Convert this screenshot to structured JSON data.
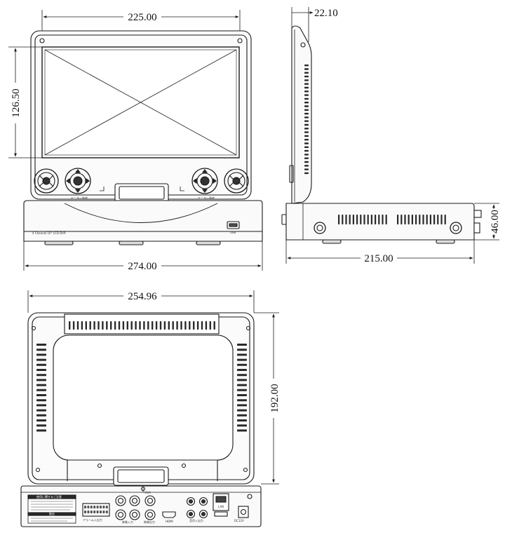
{
  "dimensions": {
    "front_screen_width": "225.00",
    "front_screen_height": "126.50",
    "side_depth": "22.10",
    "side_base_height": "46.00",
    "side_base_depth": "215.00",
    "front_base_width": "274.00",
    "back_width": "254.96",
    "back_height": "192.00"
  },
  "labels": {
    "base_model": "4 Channel 10\" LCD DVR",
    "monitor_angle_left": "モニター角度",
    "monitor_angle_right": "モニター角度",
    "usb": "USB",
    "warning_title": "使用に関するご注意",
    "caution_title": "警告",
    "alarm_io": "アラーム入出力",
    "video_in": "映像入力",
    "video_out": "映像出力",
    "vga": "VGA",
    "hdmi": "HDMI",
    "audio_io": "音声入出力",
    "lan": "LAN",
    "power": "DC12V"
  },
  "colors": {
    "line": "#1a1a1a",
    "fill_light": "#f7f7f7",
    "fill_dark": "#2a2a2a"
  }
}
